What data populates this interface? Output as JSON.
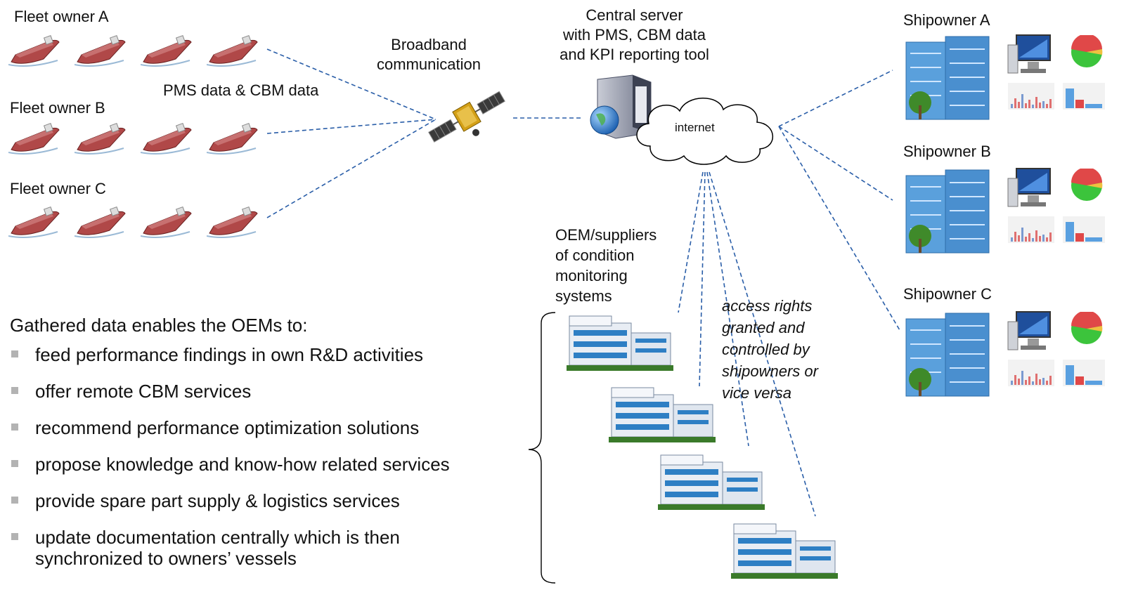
{
  "fleets": [
    {
      "label": "Fleet owner A",
      "ship_icons": [
        "ship-icon",
        "ship-icon",
        "ship-icon",
        "ship-icon"
      ]
    },
    {
      "label": "Fleet owner B",
      "ship_icons": [
        "ship-icon",
        "ship-icon",
        "ship-icon",
        "ship-icon"
      ]
    },
    {
      "label": "Fleet owner C",
      "ship_icons": [
        "ship-icon",
        "ship-icon",
        "ship-icon",
        "ship-icon"
      ]
    }
  ],
  "labels": {
    "pms_cbm": "PMS data & CBM data",
    "broadband_1": "Broadband",
    "broadband_2": "communication",
    "server_1": "Central server",
    "server_2": "with PMS, CBM data",
    "server_3": "and KPI reporting tool",
    "internet": "internet",
    "oem_1": "OEM/suppliers",
    "oem_2": "of condition",
    "oem_3": "monitoring",
    "oem_4": "systems",
    "access_1": "access rights",
    "access_2": "granted and",
    "access_3": "controlled by",
    "access_4": "shipowners or",
    "access_5": "vice versa"
  },
  "shipowners": [
    {
      "label": "Shipowner A"
    },
    {
      "label": "Shipowner B"
    },
    {
      "label": "Shipowner C"
    }
  ],
  "oem_benefits": {
    "intro": "Gathered data enables the OEMs to:",
    "items": [
      "feed performance findings in own R&D activities",
      "offer remote CBM services",
      "recommend performance optimization solutions",
      "propose knowledge and know-how related services",
      "provide spare part supply & logistics services",
      "update documentation centrally which is then",
      "synchronized to owners’ vessels"
    ]
  },
  "icons": {
    "satellite": "satellite-icon",
    "server": "server-icon",
    "cloud": "cloud-icon",
    "office_building": "office-building-icon",
    "factory": "factory-building-icon",
    "monitor": "monitor-icon",
    "pie_chart": "pie-chart-icon",
    "bar_chart": "bar-chart-icon"
  },
  "colors": {
    "dashed_line": "#2a5ea8",
    "ship_hull": "#b04848",
    "building_blue": "#2e7fc4",
    "pie_green": "#3cc43c",
    "pie_red": "#e04848"
  }
}
